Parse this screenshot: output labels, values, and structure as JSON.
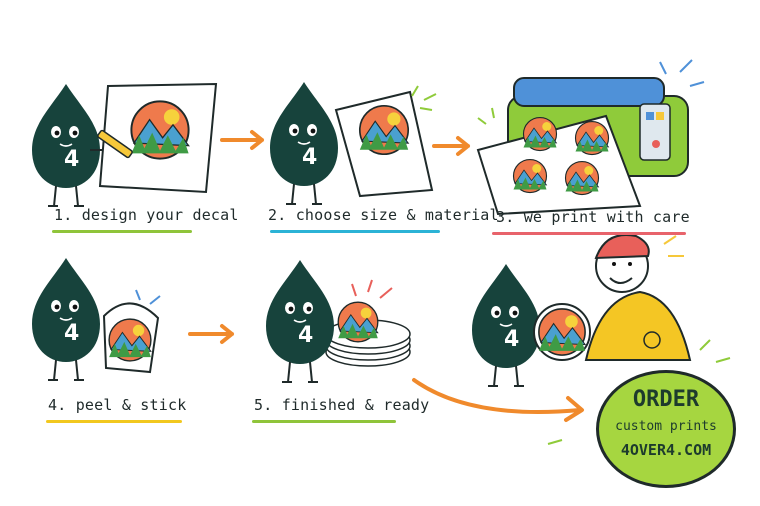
{
  "mascot_number": "4",
  "steps": [
    {
      "label": "1. design your decal",
      "underline_color": "#8fc43a"
    },
    {
      "label": "2. choose size & material",
      "underline_color": "#2bb3d6"
    },
    {
      "label": "3. we print with care",
      "underline_color": "#e8636b"
    },
    {
      "label": "4. peel & stick",
      "underline_color": "#f2c81f"
    },
    {
      "label": "5. finished & ready",
      "underline_color": "#8fc43a"
    }
  ],
  "cta": {
    "line1": "ORDER",
    "line2": "custom prints",
    "line3": "4OVER4.COM",
    "fill": "#a6d640"
  },
  "colors": {
    "mascot": "#17433c",
    "arrow": "#f08a2c",
    "sunset": "#ef7a4c",
    "mountain": "#4aa0d0",
    "forest": "#3f9b45",
    "printer_body": "#8fcb3a",
    "printer_top": "#4f91d8",
    "hoodie": "#f4c624",
    "cap": "#e8605a"
  }
}
